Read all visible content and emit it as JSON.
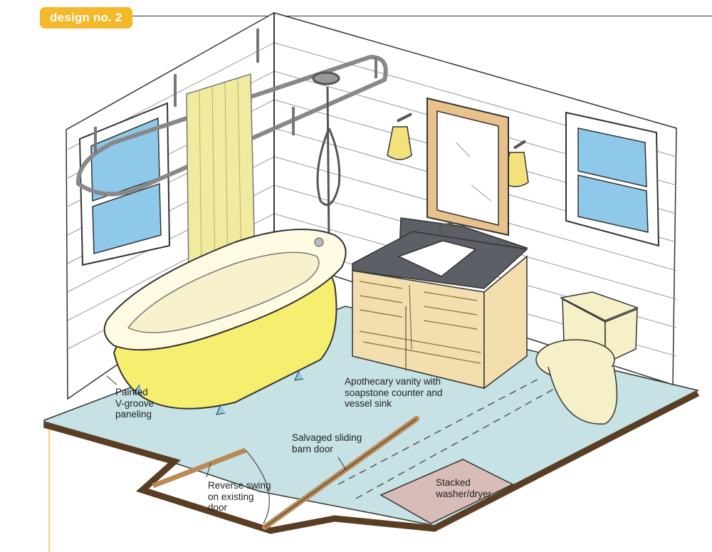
{
  "header": {
    "badge_label": "design no. 2",
    "accent_color": "#f4b82a"
  },
  "colors": {
    "floor": "#c6e2e4",
    "floor_edge": "#5a3e24",
    "tub": "#f6ee6e",
    "curtain": "#f1eba0",
    "vanity_wood": "#f3dfae",
    "counter": "#5d5f66",
    "window_glass": "#8ec9ea",
    "toilet": "#f5f0c8",
    "washer_pad": "#d8bcb8",
    "barn_door": "#b98a56"
  },
  "callouts": {
    "paneling": "Painted\nV-groove\npaneling",
    "vanity": "Apothecary vanity with\nsoapstone counter and\nvessel sink",
    "barn_door": "Salvaged sliding\nbarn door",
    "reverse_swing": "Reverse swing\non existing\ndoor",
    "washer": "Stacked\nwasher/dryer"
  }
}
